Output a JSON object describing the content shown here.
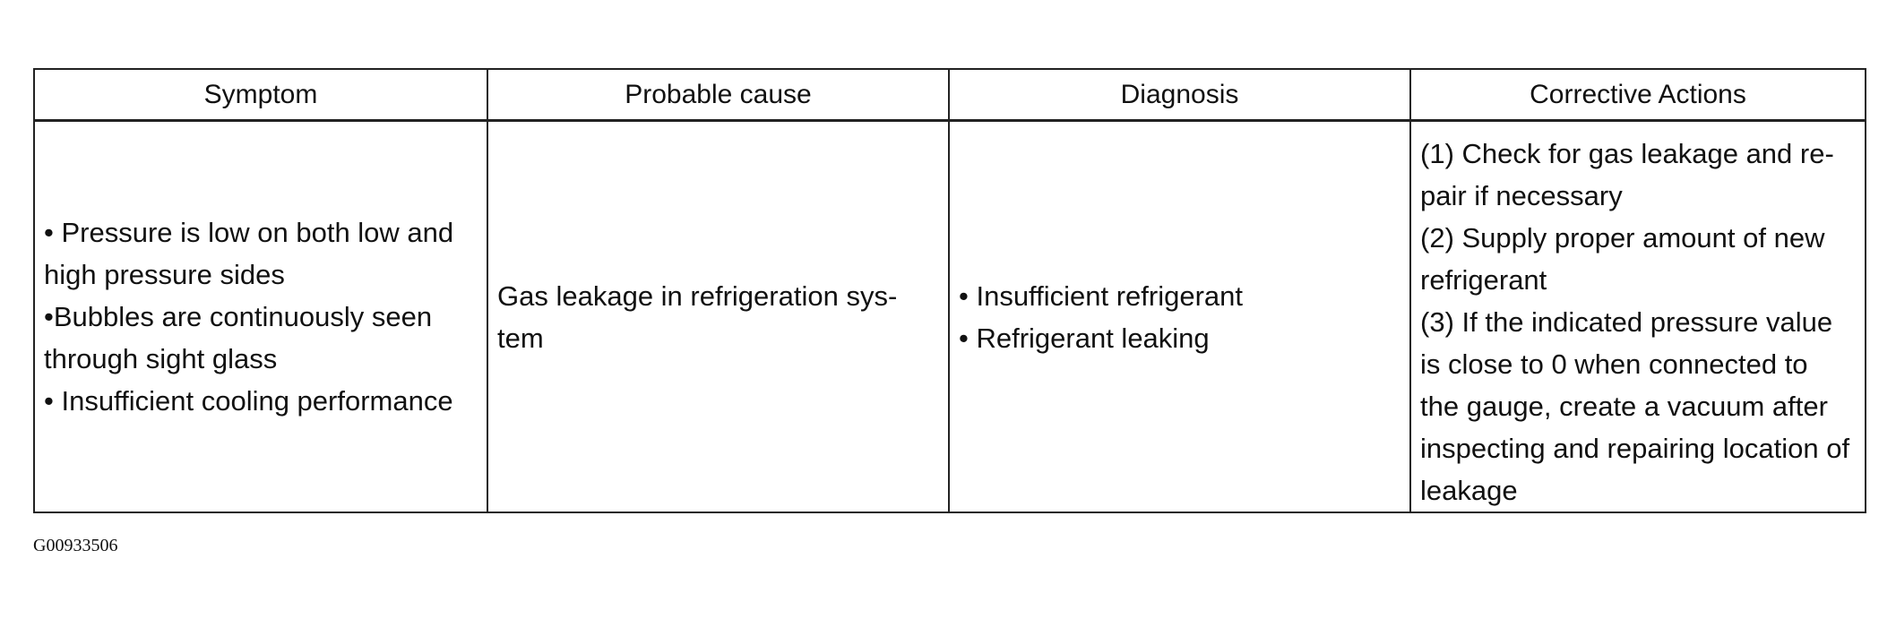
{
  "table": {
    "headers": [
      "Symptom",
      "Probable cause",
      "Diagnosis",
      "Corrective Actions"
    ],
    "row": {
      "symptom": [
        "• Pressure is low on both low and",
        "high pressure sides",
        "•Bubbles are continuously seen",
        "through sight glass",
        "• Insufficient cooling performance"
      ],
      "probable_cause": [
        "Gas leakage in refrigeration sys-",
        "tem"
      ],
      "diagnosis": [
        "• Insufficient refrigerant",
        "• Refrigerant leaking"
      ],
      "corrective_actions": [
        "(1) Check for gas leakage and re-",
        "pair if necessary",
        "(2) Supply proper amount of new",
        "refrigerant",
        "(3) If the indicated pressure value",
        "is close to 0 when connected to",
        "the gauge, create a vacuum after",
        "inspecting and repairing location of",
        "leakage"
      ]
    }
  },
  "caption": "G00933506"
}
